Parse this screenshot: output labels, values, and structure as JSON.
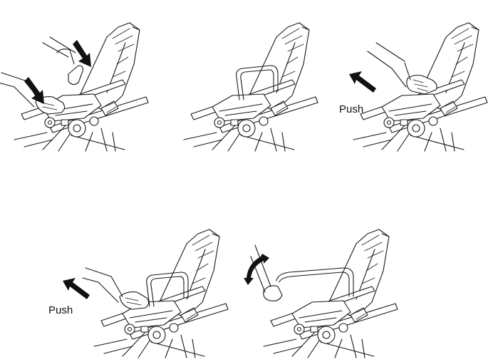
{
  "panels": [
    {
      "id": "step-1",
      "label": ""
    },
    {
      "id": "step-2",
      "label": ""
    },
    {
      "id": "step-3",
      "label": "Push"
    },
    {
      "id": "step-4",
      "label": "Push"
    },
    {
      "id": "step-5",
      "label": ""
    }
  ],
  "icons": [
    "down-arrow-icon",
    "curved-double-arrow-icon",
    "push-arrow-icon"
  ],
  "colors": {
    "line": "#1a1a1a",
    "background": "#ffffff"
  }
}
